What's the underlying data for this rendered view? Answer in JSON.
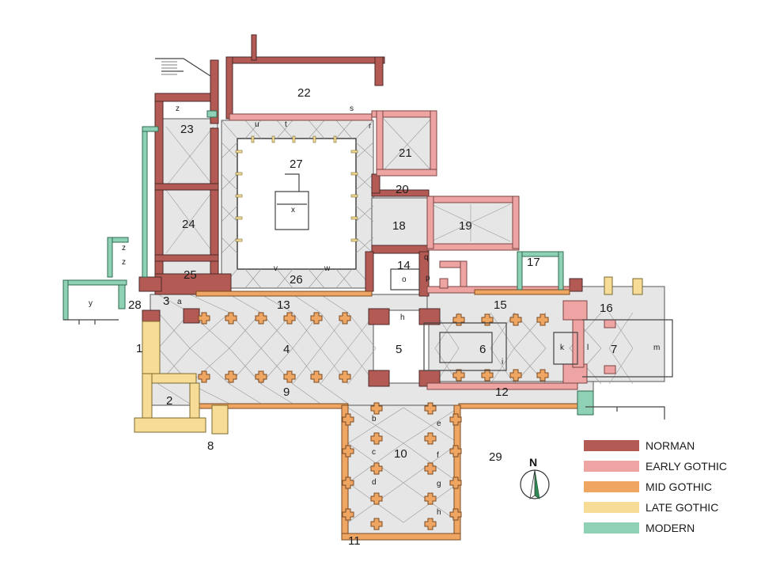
{
  "legend": [
    {
      "label": "NORMAN",
      "color": "#b45a55"
    },
    {
      "label": "EARLY GOTHIC",
      "color": "#eda4a2"
    },
    {
      "label": "MID GOTHIC",
      "color": "#f0a663"
    },
    {
      "label": "LATE GOTHIC",
      "color": "#f6dc96"
    },
    {
      "label": "MODERN",
      "color": "#8fd1b4"
    }
  ],
  "compass": {
    "label": "N"
  },
  "numbers": [
    "1",
    "2",
    "3",
    "4",
    "5",
    "6",
    "7",
    "8",
    "9",
    "10",
    "11",
    "12",
    "13",
    "14",
    "15",
    "16",
    "17",
    "18",
    "19",
    "20",
    "21",
    "22",
    "23",
    "24",
    "25",
    "26",
    "27",
    "28",
    "29"
  ],
  "letters": [
    "a",
    "b",
    "c",
    "d",
    "e",
    "f",
    "g",
    "h",
    "h",
    "i",
    "k",
    "l",
    "m",
    "o",
    "p",
    "q",
    "r",
    "s",
    "t",
    "u",
    "v",
    "w",
    "x",
    "y",
    "z",
    "z",
    "z"
  ],
  "colors": {
    "floor": "#e9e9e9",
    "vault_line": "#8a8a8a",
    "wall_dark": "#7a5a55",
    "stroke": "#333333"
  }
}
